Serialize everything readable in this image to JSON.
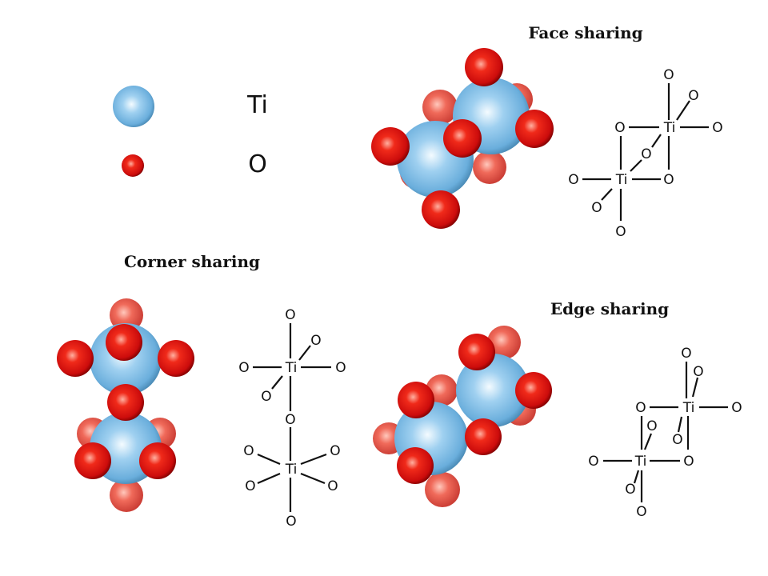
{
  "titles": {
    "face": "Face sharing",
    "corner": "Corner sharing",
    "edge": "Edge sharing"
  },
  "legend": {
    "ti": {
      "label": "Ti",
      "color": "#6aaedc"
    },
    "o": {
      "label": "O",
      "color": "#d81414"
    }
  },
  "atom_labels": {
    "ti": "Ti",
    "o": "O"
  },
  "colors": {
    "ti_highlight": "#f4fbff",
    "ti_shadow": "#3f7ea8",
    "o_highlight": "#ffb0a0",
    "o_shadow": "#7a0000",
    "bond": "#111111"
  }
}
